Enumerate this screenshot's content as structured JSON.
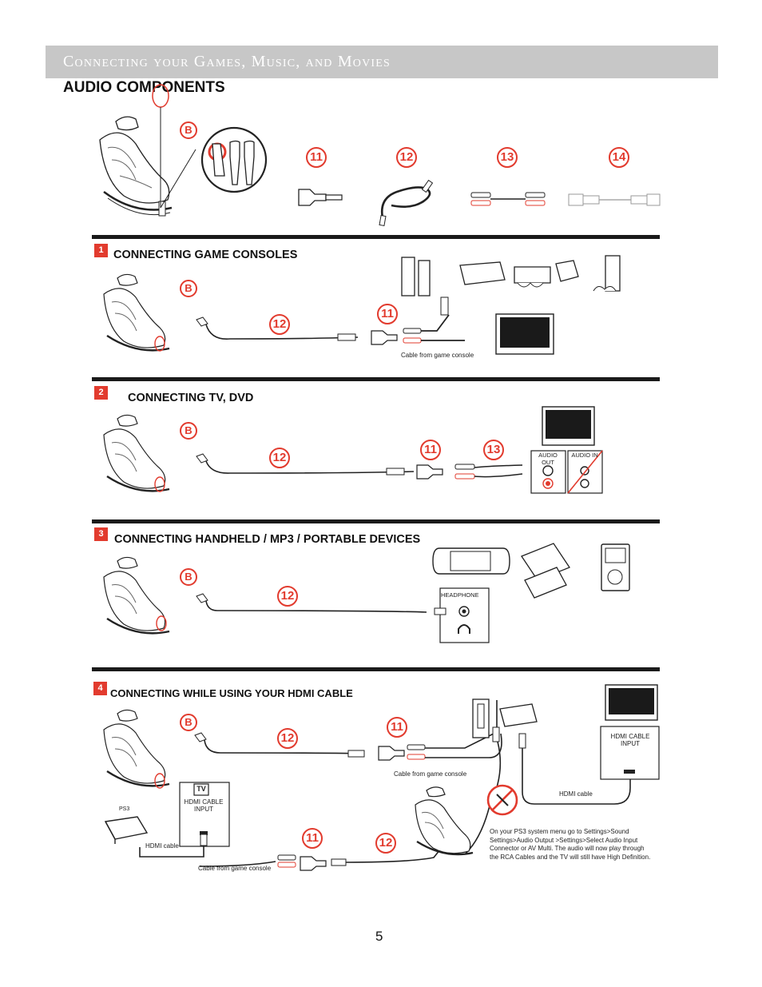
{
  "header": {
    "banner_title": "Connecting your Games, Music, and Movies",
    "subtitle": "AUDIO COMPONENTS"
  },
  "callouts": {
    "b": "B",
    "c11": "11",
    "c12": "12",
    "c13": "13",
    "c14": "14"
  },
  "sections": [
    {
      "number": "1",
      "title": "CONNECTING GAME CONSOLES",
      "caption": "Cable from game console"
    },
    {
      "number": "2",
      "title": "CONNECTING TV, DVD",
      "audio_out": "AUDIO OUT",
      "audio_in": "AUDIO IN"
    },
    {
      "number": "3",
      "title": "CONNECTING HANDHELD  / MP3 / PORTABLE DEVICES",
      "port_label": "HEADPHONE"
    },
    {
      "number": "4",
      "title": "CONNECTING WHILE USING YOUR HDMI CABLE",
      "caption_top": "Cable from game console",
      "hdmi_input": "HDMI CABLE INPUT",
      "hdmi_cable": "HDMI cable",
      "tv_label": "TV",
      "ps3_label": "PS3",
      "hdmi_input_small": "HDMI CABLE INPUT",
      "hdmi_cable_small": "HDMI cable",
      "caption_bottom": "Cable from game console",
      "note": "On your PS3 system menu go to Settings>Sound Settings>Audio Output >Settings>Select Audio Input Connector or AV Multi. The audio will now play through the RCA Cables and the TV will still have High Definition."
    }
  ],
  "page_number": "5",
  "colors": {
    "accent": "#e23b2e",
    "banner": "#c7c7c7",
    "rule": "#1a1a1a"
  }
}
